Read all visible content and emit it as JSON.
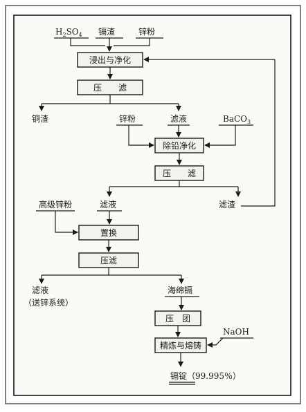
{
  "inputs": {
    "h2so4": {
      "main": "H",
      "sub1": "2",
      "mid": "SO",
      "sub2": "4"
    },
    "cadmium_residue": "镉渣",
    "zinc_powder_1": "锌粉"
  },
  "process_1": "浸出与净化",
  "process_2": "压　　滤",
  "copper_residue": "铜渣",
  "zinc_powder_2": "锌粉",
  "filtrate_1": "滤液",
  "baco3": {
    "main": "BaCO",
    "sub": "3"
  },
  "process_3": "除铅净化",
  "process_4": "压　　滤",
  "high_grade_zinc": "高级锌粉",
  "filtrate_2": "滤液",
  "filter_residue": "滤渣",
  "process_5": "置换",
  "process_6": "压滤",
  "filtrate_3": "滤液",
  "filtrate_3_note": "（送锌系统）",
  "sponge_cadmium": "海绵镉",
  "process_7": "压　团",
  "naoh": "NaOH",
  "process_8": "精炼与熔铸",
  "product": "镉锭（99.995％）"
}
